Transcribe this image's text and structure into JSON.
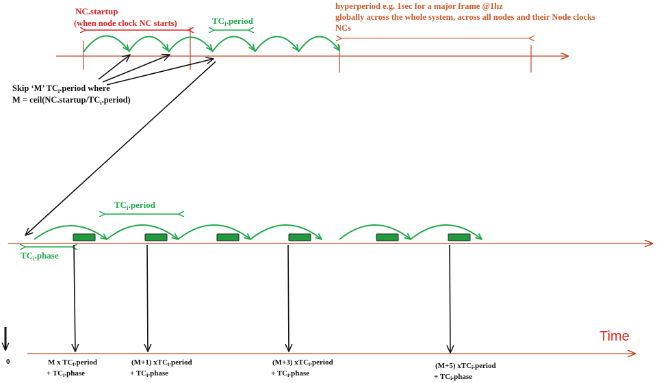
{
  "top": {
    "nc_startup": "NC.startup",
    "nc_startup_note": "(when node clock NC starts)",
    "period_label_prefix": "TC",
    "period_label_sub": "i",
    "period_label_suffix": ".period",
    "hyperperiod_line1": "hyperperiod e.g. 1sec for a major frame @1hz",
    "hyperperiod_line2": "globally across the whole system, across all nodes and their Node clocks",
    "hyperperiod_line3": "NCs"
  },
  "skip": {
    "line1_a": "Skip ‘M’  TC",
    "line1_sub": "i",
    "line1_b": ".period where",
    "line2_a": "M = ceil(NC.startup/TC",
    "line2_sub": "i",
    "line2_b": ".period)"
  },
  "middle": {
    "period_prefix": "TC",
    "period_sub": "i",
    "period_suffix": ".period",
    "phase_prefix": "TC",
    "phase_sub": "i",
    "phase_suffix": ".phase"
  },
  "bottom": {
    "time_label": "Time",
    "zero_label": "0",
    "marks": [
      {
        "l1_a": "M x TC",
        "l1_sub": "i",
        "l1_b": ".period",
        "l2_a": "+ TC",
        "l2_sub": "i",
        "l2_b": ".phase"
      },
      {
        "l1_a": "(M+1) xTC",
        "l1_sub": "i",
        "l1_b": ".period",
        "l2_a": "+ TC",
        "l2_sub": "i",
        "l2_b": ".phase"
      },
      {
        "l1_a": "(M+3) xTC",
        "l1_sub": "i",
        "l1_b": ".period",
        "l2_a": "+ TC",
        "l2_sub": "i",
        "l2_b": ".phase"
      },
      {
        "l1_a": "(M+5) xTC",
        "l1_sub": "i",
        "l1_b": ".period",
        "l2_a": "+ TC",
        "l2_sub": "i",
        "l2_b": ".phase"
      }
    ]
  },
  "colors": {
    "axis": "#c2411c",
    "green": "#1fa84a",
    "red": "#e02020",
    "orange": "#cc5a2a",
    "task_fill": "#1f9a3e",
    "black": "#111111"
  }
}
